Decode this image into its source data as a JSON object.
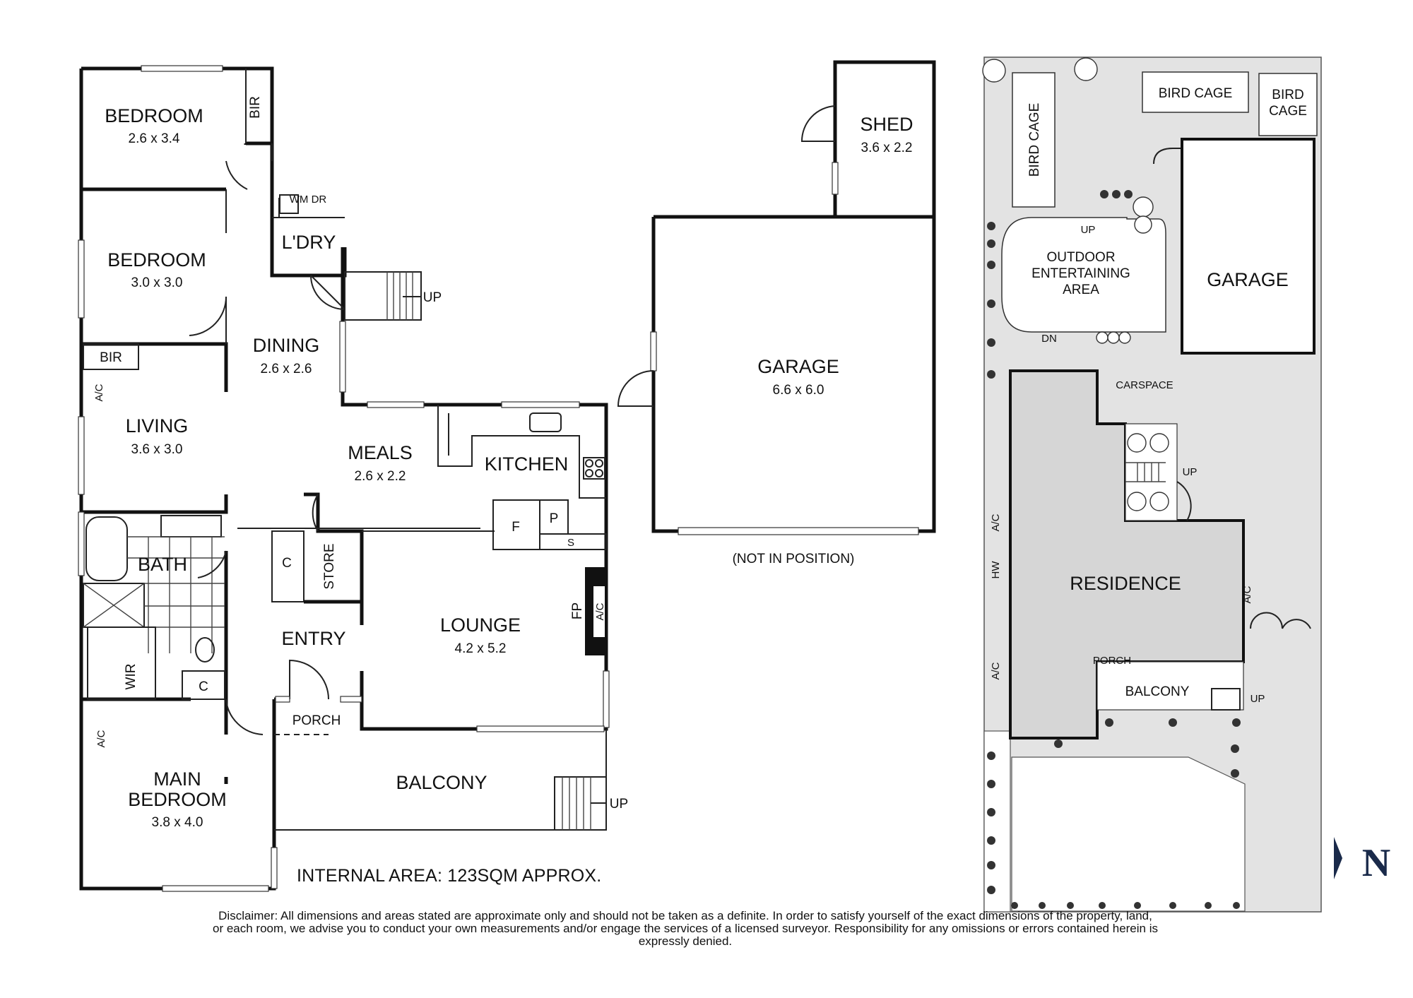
{
  "floorplan": {
    "rooms": [
      {
        "id": "bed1",
        "name": "BEDROOM",
        "dims": "2.6 x 3.4"
      },
      {
        "id": "bed2",
        "name": "BEDROOM",
        "dims": "3.0 x 3.0"
      },
      {
        "id": "dining",
        "name": "DINING",
        "dims": "2.6 x 2.6"
      },
      {
        "id": "living",
        "name": "LIVING",
        "dims": "3.6 x 3.0"
      },
      {
        "id": "meals",
        "name": "MEALS",
        "dims": "2.6 x 2.2"
      },
      {
        "id": "kitchen",
        "name": "KITCHEN",
        "dims": ""
      },
      {
        "id": "bath",
        "name": "BATH",
        "dims": ""
      },
      {
        "id": "entry",
        "name": "ENTRY",
        "dims": ""
      },
      {
        "id": "lounge",
        "name": "LOUNGE",
        "dims": "4.2 x 5.2"
      },
      {
        "id": "main",
        "name": "MAIN BEDROOM",
        "dims": "3.8 x 4.0"
      },
      {
        "id": "porch",
        "name": "PORCH",
        "dims": ""
      },
      {
        "id": "balcony",
        "name": "BALCONY",
        "dims": ""
      },
      {
        "id": "laundry",
        "name": "L'DRY",
        "dims": ""
      }
    ],
    "fixtures": {
      "bir": "BIR",
      "wir": "WIR",
      "ac": "A/C",
      "wm_dr": "WM DR",
      "store": "STORE",
      "cupboard": "C",
      "fridge": "F",
      "pantry": "P",
      "sink": "S",
      "fireplace": "FP",
      "up": "UP"
    },
    "garage": {
      "name": "GARAGE",
      "dims": "6.6 x 6.0",
      "note": "(NOT IN POSITION)"
    },
    "shed": {
      "name": "SHED",
      "dims": "3.6 x 2.2"
    },
    "internal_area": "INTERNAL AREA:  123SQM APPROX."
  },
  "siteplan": {
    "bird_cage_top": "BIRD CAGE",
    "bird_cage_right": "BIRD\nCAGE",
    "bird_cage_left": "BIRD CAGE",
    "outdoor": "OUTDOOR\nENTERTAINING\nAREA",
    "garage": "GARAGE",
    "carspace": "CARSPACE",
    "residence": "RESIDENCE",
    "porch": "PORCH",
    "balcony": "BALCONY",
    "up": "UP",
    "dn": "DN",
    "ac": "A/C",
    "hw": "HW"
  },
  "north": "N",
  "disclaimer": "Disclaimer: All dimensions and areas stated are approximate only and should not be taken as a definite. In order to satisfy yourself of the exact dimensions of the property, land, or each room, we advise you to conduct your own measurements and/or engage the services of a licensed surveyor. Responsibility for any omissions or errors contained herein is expressly denied."
}
